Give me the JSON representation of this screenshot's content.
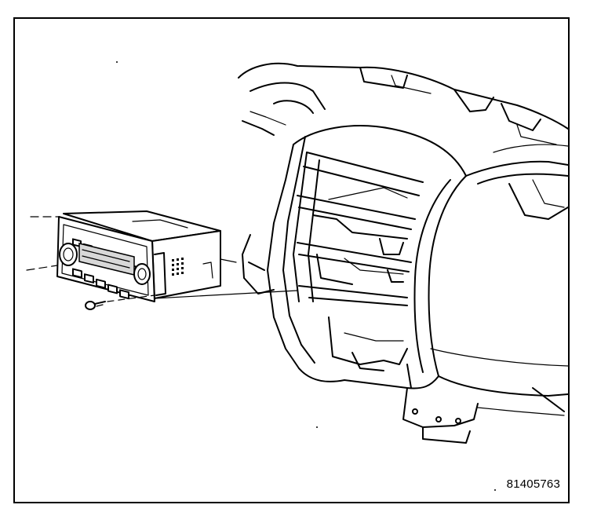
{
  "figure": {
    "id_label": "81405763"
  },
  "parts": {
    "radio": "radio-unit",
    "fastener": "mounting-screw",
    "panel": "instrument-panel"
  },
  "colors": {
    "line": "#000000",
    "background": "#ffffff"
  }
}
